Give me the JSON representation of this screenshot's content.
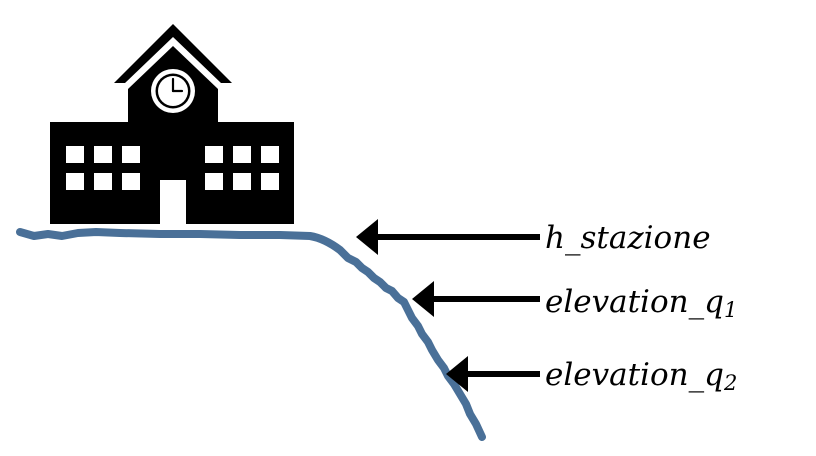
{
  "colors": {
    "terrain": "#4a7098",
    "building": "#000000",
    "arrow": "#000000",
    "background": "#ffffff"
  },
  "icons": {
    "building": "school-building-icon",
    "clock": "clock-icon"
  },
  "labels": {
    "station_height": "h_stazione",
    "elevation_q1": {
      "base": "elevation_q",
      "subscript": "1"
    },
    "elevation_q2": {
      "base": "elevation_q",
      "subscript": "2"
    }
  }
}
